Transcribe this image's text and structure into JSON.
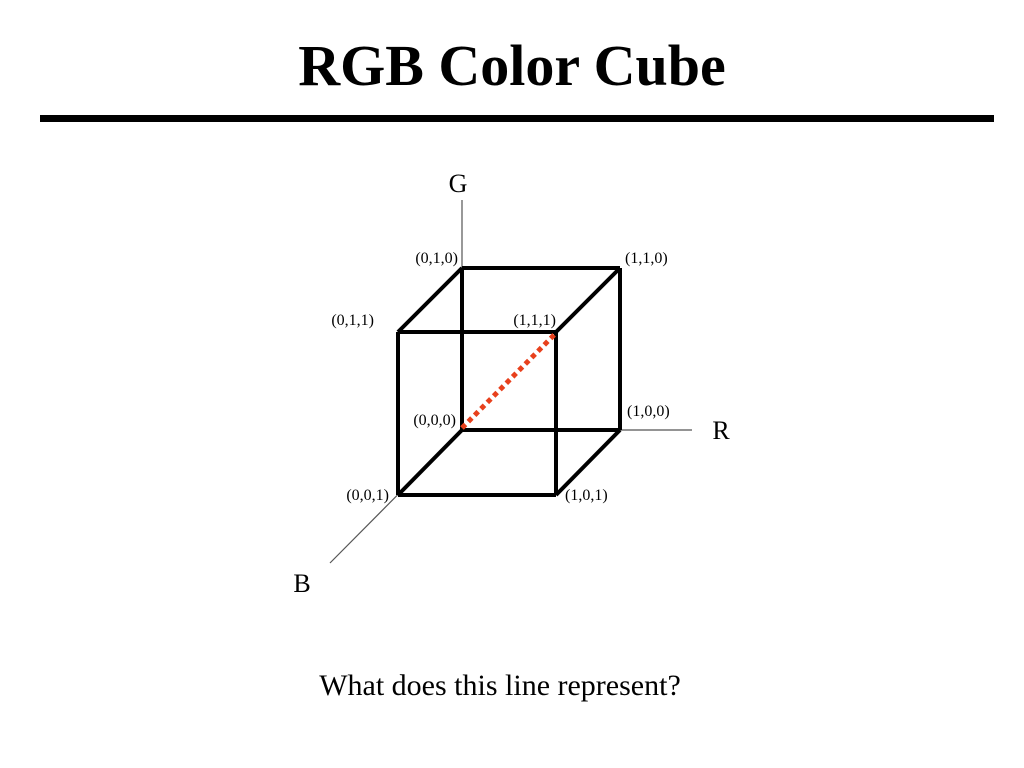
{
  "slide": {
    "title": "RGB Color Cube",
    "question": "What does this line represent?"
  },
  "axes": {
    "g": "G",
    "r": "R",
    "b": "B"
  },
  "vertices": {
    "v000": "(0,0,0)",
    "v100": "(1,0,0)",
    "v010": "(0,1,0)",
    "v110": "(1,1,0)",
    "v001": "(0,0,1)",
    "v101": "(1,0,1)",
    "v011": "(0,1,1)",
    "v111": "(1,1,1)"
  },
  "colors": {
    "edge": "#000000",
    "axis": "#555555",
    "diagonal": "#e8401c"
  }
}
